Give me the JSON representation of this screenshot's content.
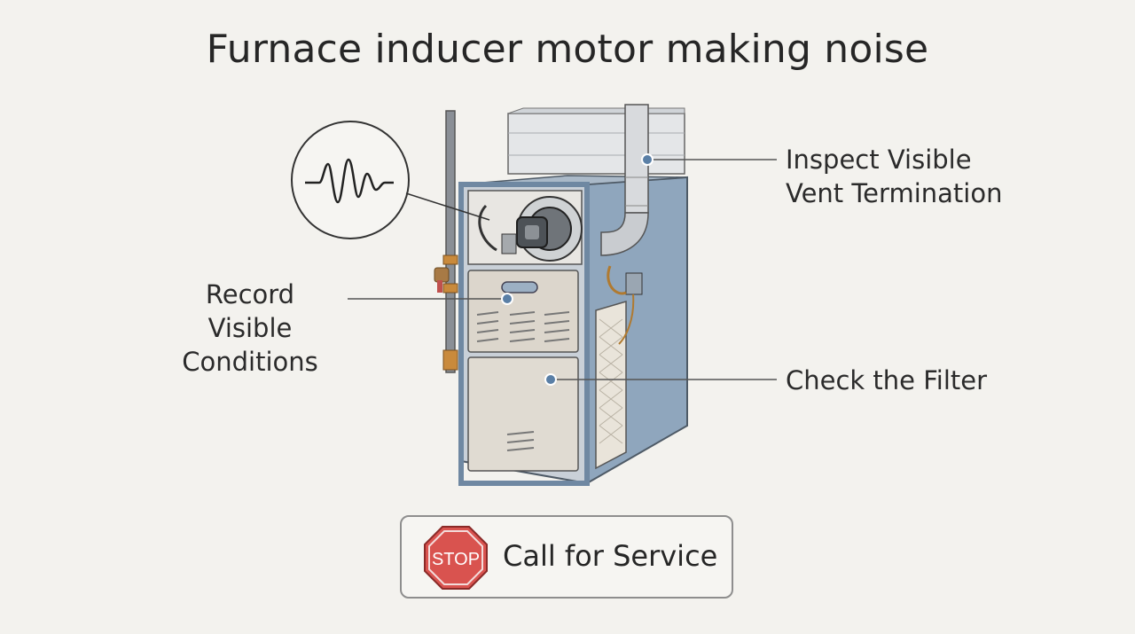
{
  "title": "Furnace inducer motor making noise",
  "labels": {
    "vent_line1": "Inspect Visible",
    "vent_line2": "Vent Termination",
    "record_line1": "Record Visible",
    "record_line2": "Conditions",
    "filter": "Check the Filter"
  },
  "service_button": {
    "label": "Call for Service",
    "stop_text": "STOP"
  },
  "colors": {
    "background": "#f3f2ee",
    "cabinet_blue": "#8fa6bd",
    "panel_beige": "#dcd6cc",
    "stop_red": "#d9534f",
    "pin_blue": "#5a7fa6"
  }
}
